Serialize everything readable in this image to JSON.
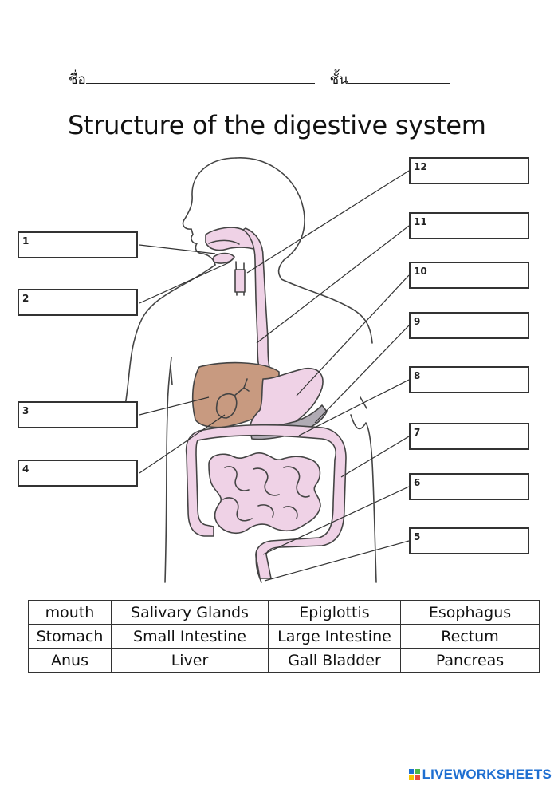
{
  "header": {
    "name_label": "ชื่อ",
    "class_label": "ชั้น"
  },
  "title": "Structure of the digestive system",
  "diagram": {
    "labels": [
      {
        "num": "1"
      },
      {
        "num": "2"
      },
      {
        "num": "3"
      },
      {
        "num": "4"
      },
      {
        "num": "12"
      },
      {
        "num": "11"
      },
      {
        "num": "10"
      },
      {
        "num": "9"
      },
      {
        "num": "8"
      },
      {
        "num": "7"
      },
      {
        "num": "6"
      },
      {
        "num": "5"
      }
    ]
  },
  "word_bank": [
    [
      "mouth",
      "Salivary Glands",
      "Epiglottis",
      "Esophagus"
    ],
    [
      "Stomach",
      "Small Intestine",
      "Large Intestine",
      "Rectum"
    ],
    [
      "Anus",
      "Liver",
      "Gall Bladder",
      "Pancreas"
    ]
  ],
  "brand": {
    "text": "LIVEWORKSHEETS",
    "colors": {
      "blue": "#1f6fd1",
      "green": "#4cb848",
      "yellow": "#f5c400",
      "red": "#e94b3c"
    }
  },
  "colors": {
    "organ_pink": "#efd2e6",
    "liver_brown": "#c89a80",
    "pancreas_grey": "#b0abb4",
    "outline": "#444444"
  }
}
